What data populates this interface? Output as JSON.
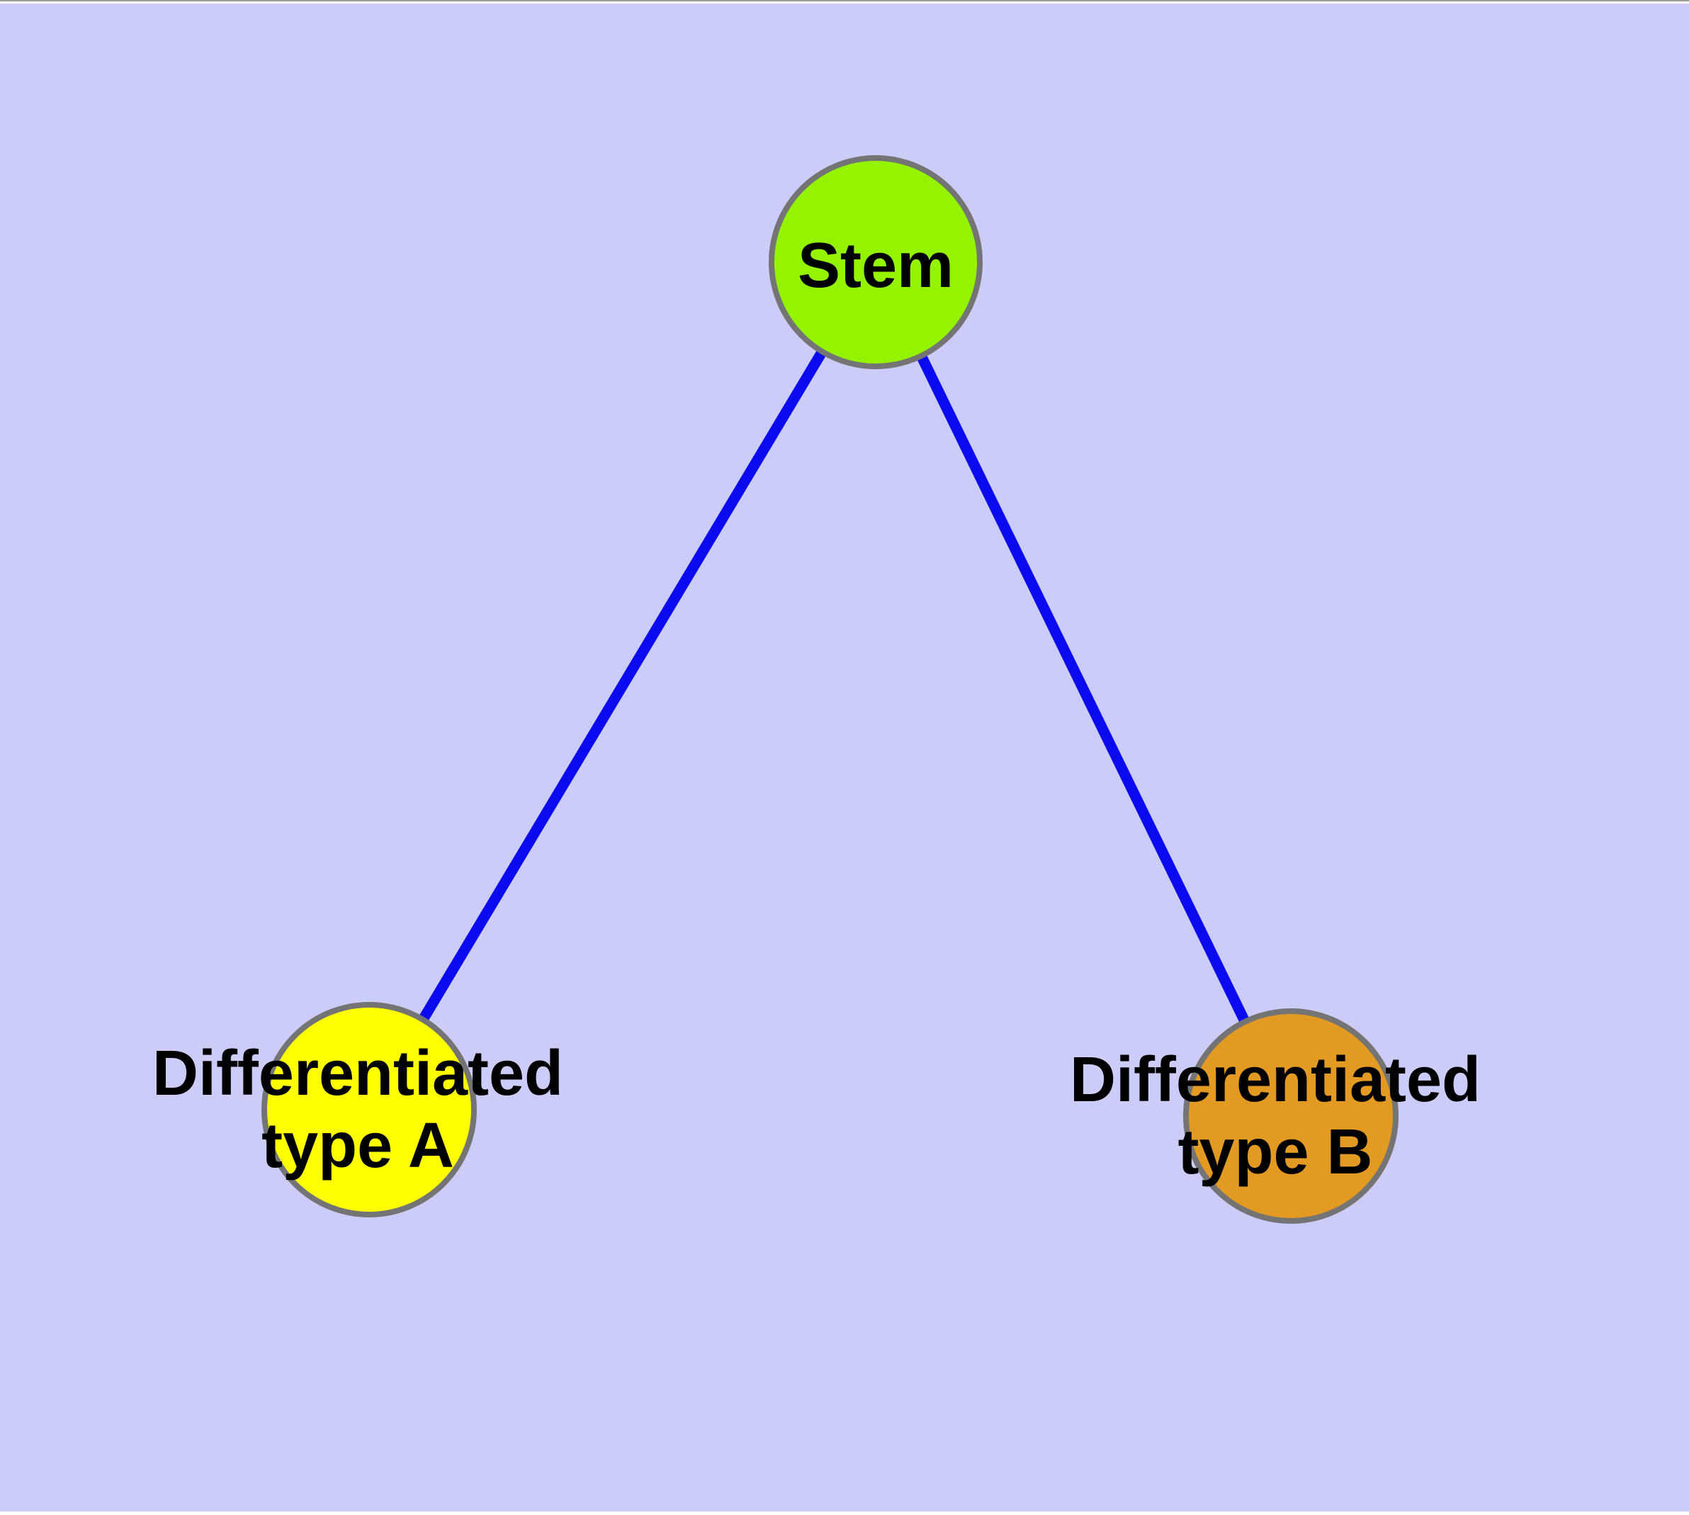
{
  "diagram": {
    "background_color": "#CCCCF8",
    "frame_color": "#FFFFFF",
    "frame_hairline_color": "#9A9A9A",
    "edge_color": "#0A0AEE",
    "node_border_color": "#747474",
    "label_color": "#000000",
    "nodes": [
      {
        "id": "stem",
        "label": "Stem",
        "color": "#93F300"
      },
      {
        "id": "differentiated-a",
        "label_line1": "Differentiated",
        "label_line2": "type A",
        "color": "#FFFF00"
      },
      {
        "id": "differentiated-b",
        "label_line1": "Differentiated",
        "label_line2": "type B",
        "color": "#E39A22"
      }
    ],
    "edges": [
      {
        "from": "Stem",
        "to": "Differentiated type A"
      },
      {
        "from": "Stem",
        "to": "Differentiated type B"
      }
    ]
  }
}
